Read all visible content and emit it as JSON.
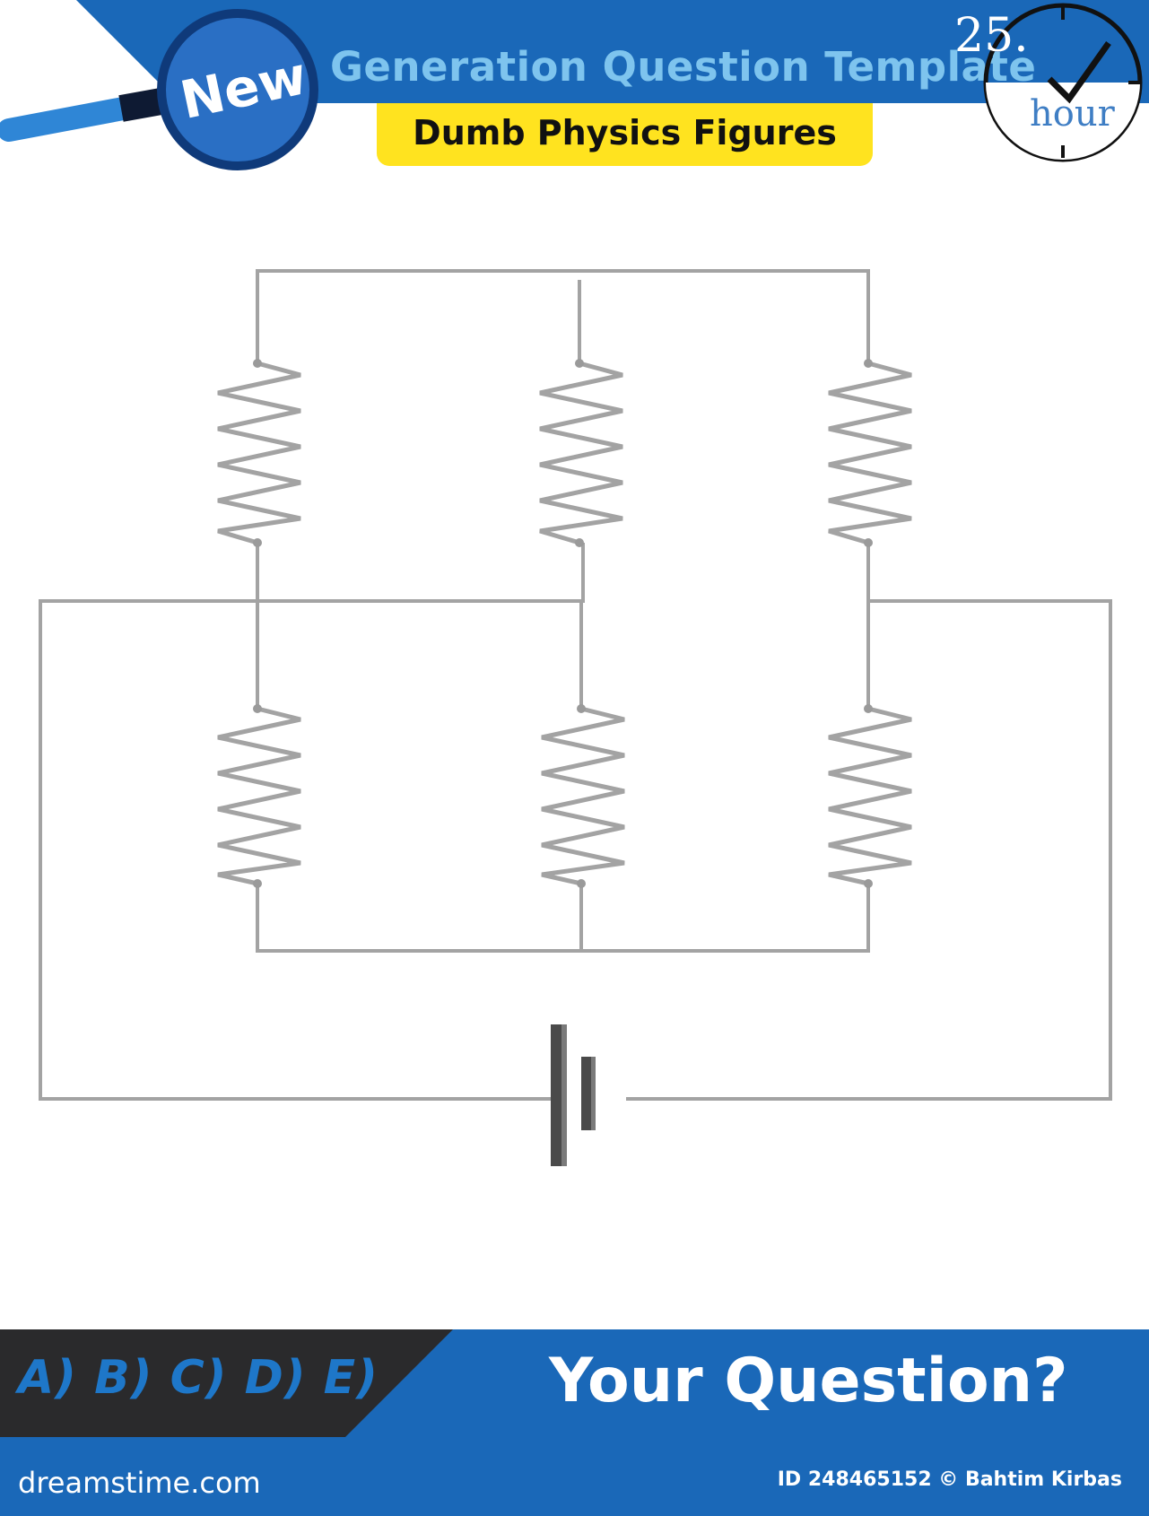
{
  "header": {
    "title": "Generation Question Template",
    "subtitle": "Dumb Physics Figures",
    "badge_label": "New",
    "clock_number": "25.",
    "clock_unit": "hour"
  },
  "circuit": {
    "upper_resistor_count": 3,
    "lower_resistor_count": 3,
    "battery_count": 1
  },
  "bottom": {
    "answer_options": "A) B) C) D) E)",
    "question": "Your Question?"
  },
  "footer": {
    "brand": "dreamstime.com",
    "credit": "ID 248465152 © Bahtim Kirbas"
  },
  "colors": {
    "header_blue": "#1a68b8",
    "title_light_blue": "#7ec4ee",
    "subtitle_yellow": "#ffe31f",
    "wire_gray": "#a3a3a3",
    "dark_panel": "#2a2a2c",
    "answer_blue": "#1e77c9"
  }
}
